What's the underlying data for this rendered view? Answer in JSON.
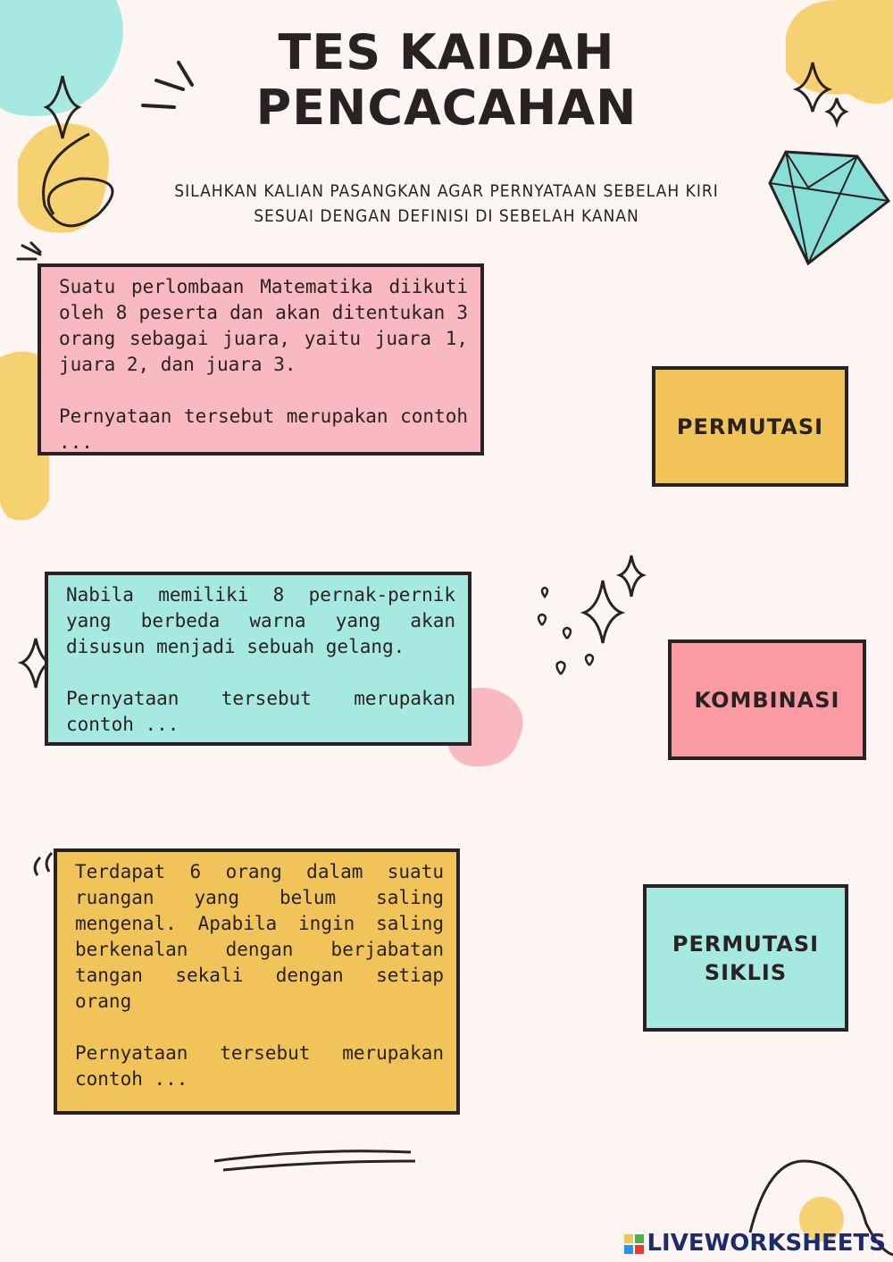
{
  "title": {
    "line1": "TES KAIDAH",
    "line2": "PENCACAHAN"
  },
  "instruction": {
    "line1": "SILAHKAN KALIAN PASANGKAN AGAR PERNYATAAN SEBELAH KIRI",
    "line2": "SESUAI DENGAN DEFINISI DI SEBELAH KANAN"
  },
  "questions": [
    {
      "text": "Suatu perlombaan Matematika diikuti oleh 8 peserta dan akan ditentukan 3 orang sebagai juara, yaitu juara 1, juara 2, dan juara 3.",
      "prompt": "Pernyataan tersebut merupakan contoh ...",
      "color": "#f9b9c1"
    },
    {
      "text": "Nabila memiliki 8 pernak-pernik yang berbeda warna yang akan disusun menjadi sebuah gelang.",
      "prompt": "Pernyataan tersebut merupakan contoh ...",
      "color": "#a6e9e1"
    },
    {
      "text": "Terdapat 6 orang dalam suatu ruangan yang belum saling mengenal. Apabila ingin saling berkenalan dengan berjabatan tangan sekali dengan setiap orang",
      "prompt": "Pernyataan tersebut merupakan contoh ...",
      "color": "#f0c459"
    }
  ],
  "answers": [
    {
      "label": "PERMUTASI",
      "color": "#f0c459"
    },
    {
      "label": "KOMBINASI",
      "color": "#f99ba0"
    },
    {
      "label_line1": "PERMUTASI",
      "label_line2": "SIKLIS",
      "color": "#a6e9e1"
    }
  ],
  "footer": {
    "brand": "LIVEWORKSHEETS"
  },
  "decor_colors": {
    "teal": "#a6e9e1",
    "yellow": "#f5d172",
    "pink": "#f9b9c1",
    "dark": "#2a2222"
  }
}
